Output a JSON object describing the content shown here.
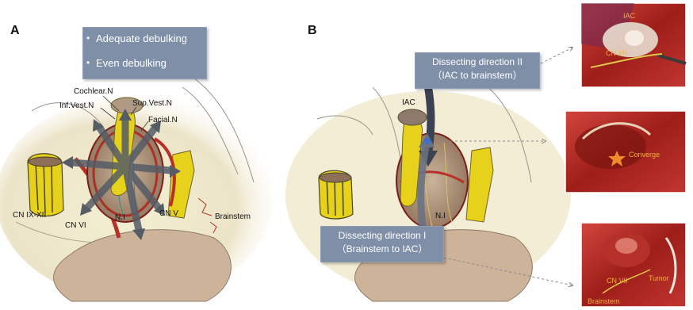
{
  "panels": {
    "a": "A",
    "b": "B"
  },
  "panel_a": {
    "bullets": [
      "Adequate debulking",
      "Even debulking"
    ],
    "labels": {
      "cochlear": "Cochlear.N",
      "inf_vest": "Inf.Vest.N",
      "sup_vest": "Sup.Vest.N",
      "facial": "Facial.N",
      "cn_ix_xii": "CN IX-XII",
      "cn_vi": "CN VI",
      "n_i": "N.I",
      "cn_v": "CN V",
      "brainstem": "Brainstem"
    }
  },
  "panel_b": {
    "direction_ii": {
      "line1": "Dissecting direction II",
      "line2": "（IAC to brainstem）"
    },
    "direction_i": {
      "line1": "Dissecting direction I",
      "line2": "（Brainstem to IAC）"
    },
    "labels": {
      "iac": "IAC",
      "n_i": "N.I"
    },
    "photos": {
      "top": {
        "iac": "IAC",
        "cn7": "CN VII"
      },
      "middle": {
        "converge": "Converge"
      },
      "bottom": {
        "cn7": "CN VII",
        "tumor": "Tumor",
        "brainstem": "Brainstem"
      }
    }
  },
  "colors": {
    "box": "#7f8fa8",
    "nerve_yellow": "#e6d21a",
    "vessel_red": "#b8302a",
    "photo_label": "#f0b23a",
    "arrow_gray": "#555c66"
  }
}
